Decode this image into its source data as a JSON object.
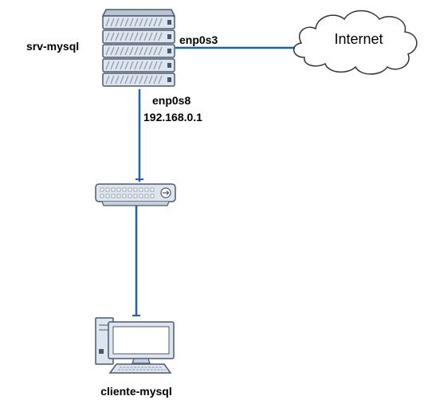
{
  "nodes": {
    "server": {
      "label": "srv-mysql"
    },
    "internet": {
      "label": "Internet"
    },
    "switch": {
      "label": ""
    },
    "client": {
      "label": "cliente-mysql"
    }
  },
  "interfaces": {
    "wan": {
      "name": "enp0s3"
    },
    "lan": {
      "name": "enp0s8",
      "ip": "192.168.0.1"
    }
  },
  "colors": {
    "link": "#1f5fb4",
    "device_fill": "#dfe5ee",
    "device_stroke": "#4a5a6e",
    "device_panel": "#8a97a8",
    "cloud_stroke": "#333333"
  }
}
